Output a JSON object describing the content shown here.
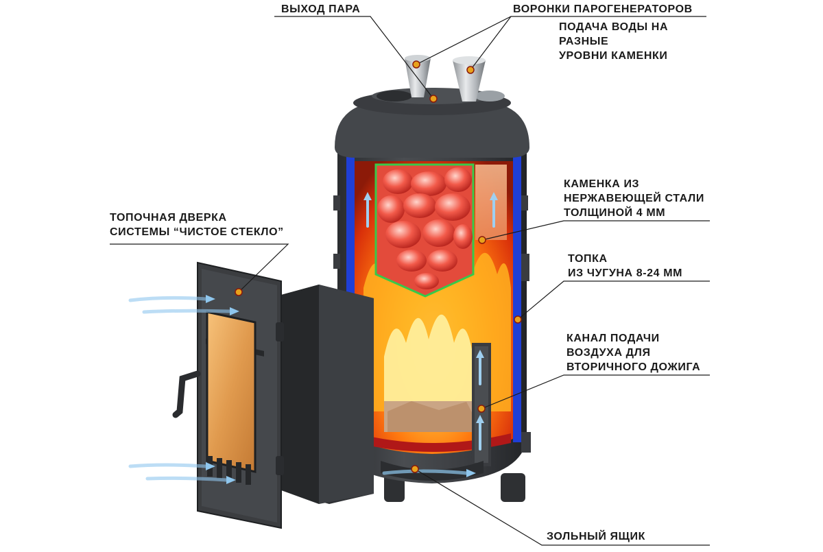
{
  "labels": {
    "steam_outlet": "ВЫХОД ПАРА",
    "steam_funnels": "ВОРОНКИ ПАРОГЕНЕРАТОРОВ",
    "water_supply": [
      "ПОДАЧА ВОДЫ НА",
      "РАЗНЫЕ",
      "УРОВНИ КАМЕНКИ"
    ],
    "stone_box": [
      "КАМЕНКА ИЗ",
      "НЕРЖАВЕЮЩЕЙ СТАЛИ",
      "ТОЛЩИНОЙ 4 ММ"
    ],
    "firebox_door": [
      "ТОПОЧНАЯ ДВЕРКА",
      "СИСТЕМЫ “ЧИСТОЕ СТЕКЛО”"
    ],
    "firebox": [
      "ТОПКА",
      "ИЗ ЧУГУНА 8-24 ММ"
    ],
    "air_channel": [
      "КАНАЛ ПОДАЧИ",
      "ВОЗДУХА ДЛЯ",
      "ВТОРИЧНОГО ДОЖИГА"
    ],
    "ash_box": "ЗОЛЬНЫЙ ЯЩИК"
  },
  "colors": {
    "cast_iron": "#3b3d40",
    "water_jacket": "#1f3fd6",
    "stone_box_outline": "#37c94a",
    "fire": "#ff7a10",
    "marker": "#e8a21c",
    "air_arrows": "#8fc7ee"
  }
}
